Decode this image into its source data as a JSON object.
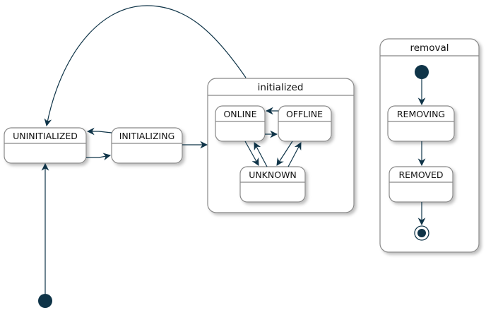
{
  "diagram": {
    "colors": {
      "edge": "#0f3448",
      "node_border": "#888888",
      "fill": "#ffffff",
      "initial_final": "#0f3448"
    },
    "states": {
      "uninitialized": "UNINITIALIZED",
      "initializing": "INITIALIZING",
      "online": "ONLINE",
      "offline": "OFFLINE",
      "unknown": "UNKNOWN",
      "removing": "REMOVING",
      "removed": "REMOVED"
    },
    "composites": {
      "initialized": "initialized",
      "removal": "removal"
    }
  }
}
